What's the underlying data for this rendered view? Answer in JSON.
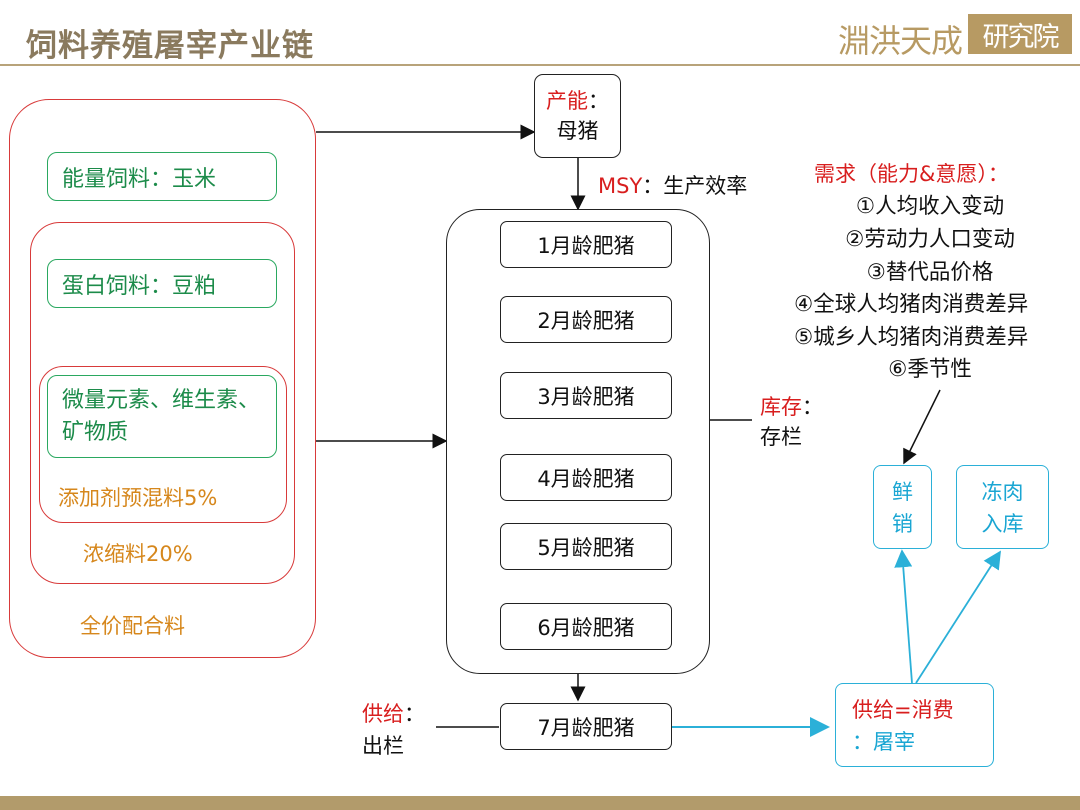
{
  "header": {
    "title": "饲料养殖屠宰产业链",
    "logo_text": "淵洪天成",
    "logo_box": "研究院"
  },
  "feed": {
    "energy": "能量饲料：玉米",
    "protein": "蛋白饲料：豆粕",
    "micro": "微量元素、维生素、矿物质",
    "premix": "添加剂预混料5%",
    "concentrate": "浓缩料20%",
    "complete": "全价配合料"
  },
  "capacity": {
    "label": "产能",
    "colon": "：",
    "value": "母猪"
  },
  "msy": {
    "label": "MSY",
    "text": "：生产效率"
  },
  "pigs": [
    "1月龄肥猪",
    "2月龄肥猪",
    "3月龄肥猪",
    "4月龄肥猪",
    "5月龄肥猪",
    "6月龄肥猪",
    "7月龄肥猪"
  ],
  "inventory": {
    "label": "库存",
    "colon": "：",
    "value": "存栏"
  },
  "supply": {
    "label": "供给",
    "colon": "：",
    "value": "出栏"
  },
  "demand": {
    "title": "需求（能力&意愿）：",
    "items": [
      "①人均收入变动",
      "②劳动力人口变动",
      "③替代品价格",
      "④全球人均猪肉消费差异",
      "⑤城乡人均猪肉消费差异",
      "⑥季节性"
    ]
  },
  "outputs": {
    "fresh": "鲜销",
    "frozen_line1": "冻肉",
    "frozen_line2": "入库",
    "balance_line1": "供给=消费",
    "balance_line2": "：屠宰"
  }
}
